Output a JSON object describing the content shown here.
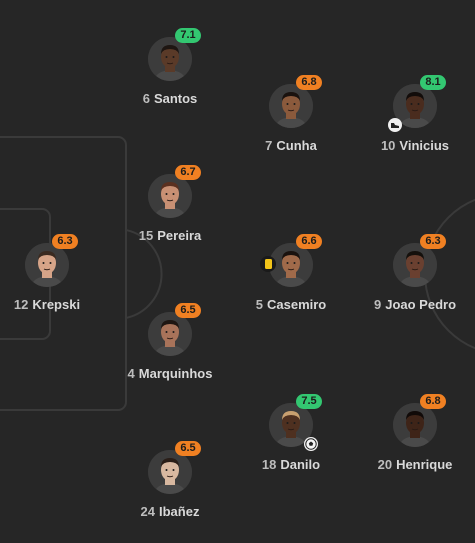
{
  "colors": {
    "background": "#262626",
    "pitch_lines": "#3a3a3a",
    "rating_green": "#33c771",
    "rating_orange": "#f08022",
    "yellow_card": "#f2c419"
  },
  "players": [
    {
      "id": "santos",
      "number": "6",
      "name": "Santos",
      "rating": "7.1",
      "rating_color": "green",
      "skin": "#5a3a28",
      "hair": "#1e1612",
      "events": []
    },
    {
      "id": "cunha",
      "number": "7",
      "name": "Cunha",
      "rating": "6.8",
      "rating_color": "orange",
      "skin": "#8b5a3c",
      "hair": "#1a120e",
      "events": []
    },
    {
      "id": "vinicius",
      "number": "10",
      "name": "Vinicius",
      "rating": "8.1",
      "rating_color": "green",
      "skin": "#4a2c1e",
      "hair": "#120c0a",
      "events": [
        "boot-icon"
      ]
    },
    {
      "id": "pereira",
      "number": "15",
      "name": "Pereira",
      "rating": "6.7",
      "rating_color": "orange",
      "skin": "#c89074",
      "hair": "#5a3020",
      "events": []
    },
    {
      "id": "krepski",
      "number": "12",
      "name": "Krepski",
      "rating": "6.3",
      "rating_color": "orange",
      "skin": "#d6a488",
      "hair": "#3a2a20",
      "events": []
    },
    {
      "id": "casemiro",
      "number": "5",
      "name": "Casemiro",
      "rating": "6.6",
      "rating_color": "orange",
      "skin": "#a06a4a",
      "hair": "#1a120e",
      "events": [
        "yellow-card"
      ]
    },
    {
      "id": "joao-pedro",
      "number": "9",
      "name": "Joao Pedro",
      "rating": "6.3",
      "rating_color": "orange",
      "skin": "#6a4030",
      "hair": "#14100c",
      "events": []
    },
    {
      "id": "marquinhos",
      "number": "4",
      "name": "Marquinhos",
      "rating": "6.5",
      "rating_color": "orange",
      "skin": "#a8735a",
      "hair": "#1e1612",
      "events": []
    },
    {
      "id": "danilo",
      "number": "18",
      "name": "Danilo",
      "rating": "7.5",
      "rating_color": "green",
      "skin": "#4e3020",
      "hair": "#c8a070",
      "events": [
        "ball-icon"
      ]
    },
    {
      "id": "henrique",
      "number": "20",
      "name": "Henrique",
      "rating": "6.8",
      "rating_color": "orange",
      "skin": "#3e2418",
      "hair": "#100a08",
      "events": []
    },
    {
      "id": "ibanez",
      "number": "24",
      "name": "Ibañez",
      "rating": "6.5",
      "rating_color": "orange",
      "skin": "#d8b8a0",
      "hair": "#2a1e18",
      "events": []
    }
  ]
}
